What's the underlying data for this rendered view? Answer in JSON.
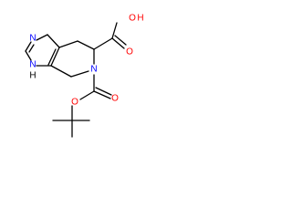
{
  "structure": {
    "atom_labels": {
      "n_top": "N",
      "nh_left": "N",
      "h_left": "H",
      "n_ring": "N",
      "o_ester": "O",
      "o_carbonyl": "O",
      "oh_o": "O",
      "oh_h": "H",
      "o_acid_carbonyl": "O"
    },
    "colors": {
      "nitrogen": "#0000ff",
      "oxygen": "#ff0000",
      "bond": "#000000"
    }
  }
}
